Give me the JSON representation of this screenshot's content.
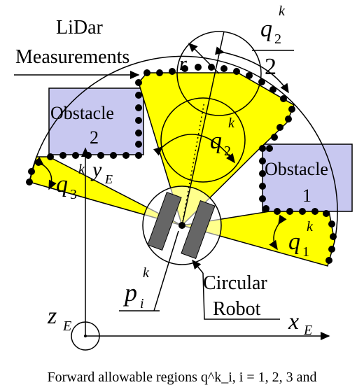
{
  "labels": {
    "lidar_line1": "LiDar",
    "lidar_line2": "Measurements",
    "r": "r",
    "q2_half_num": "q",
    "q2_half_sub": "2",
    "q2_half_sup": "k",
    "q2_half_den": "2",
    "q2": "q",
    "q2_sub": "2",
    "q2_sup": "k",
    "q1": "q",
    "q1_sub": "1",
    "q1_sup": "k",
    "q3": "q",
    "q3_sub": "3",
    "q3_sup": "k",
    "y": "y",
    "y_sub": "E",
    "x": "x",
    "x_sub": "E",
    "z": "z",
    "z_sub": "E",
    "p": "p",
    "p_sub": "i",
    "p_sup": "k",
    "robot_line1": "Circular",
    "robot_line2": "Robot"
  },
  "obstacles": [
    {
      "line1": "Obstacle",
      "line2": "2"
    },
    {
      "line1": "Obstacle",
      "line2": "1"
    }
  ],
  "caption": "Forward allowable regions q^k_i, i = 1, 2, 3 and",
  "colors": {
    "region": "#ffff00",
    "obstacle": "#c8c8f0",
    "wheel": "#666666"
  }
}
